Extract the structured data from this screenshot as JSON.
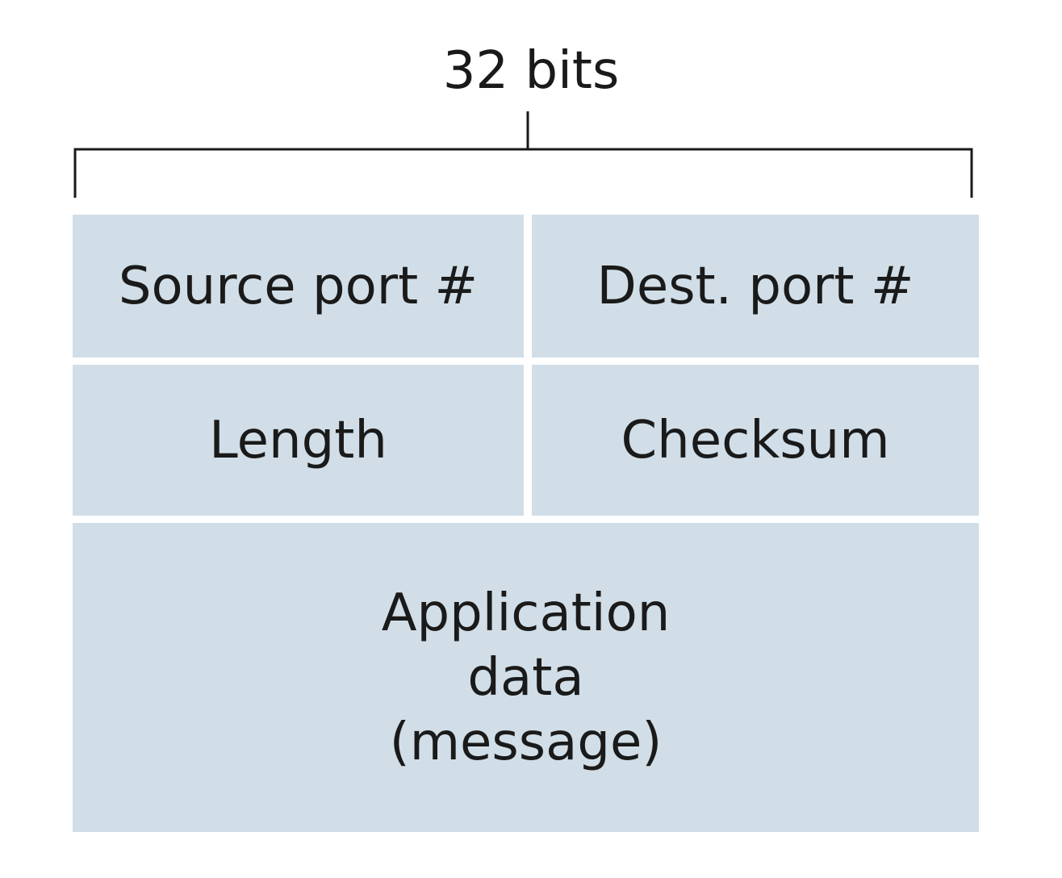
{
  "diagram": {
    "width_label": "32 bits",
    "fields": {
      "source_port": "Source port #",
      "dest_port": "Dest. port #",
      "length": "Length",
      "checksum": "Checksum"
    },
    "payload_lines": [
      "Application",
      "data",
      "(message)"
    ]
  },
  "colors": {
    "cell_fill": "#d1dee7",
    "text": "#1a1a1a",
    "bracket": "#1a1a1a"
  }
}
